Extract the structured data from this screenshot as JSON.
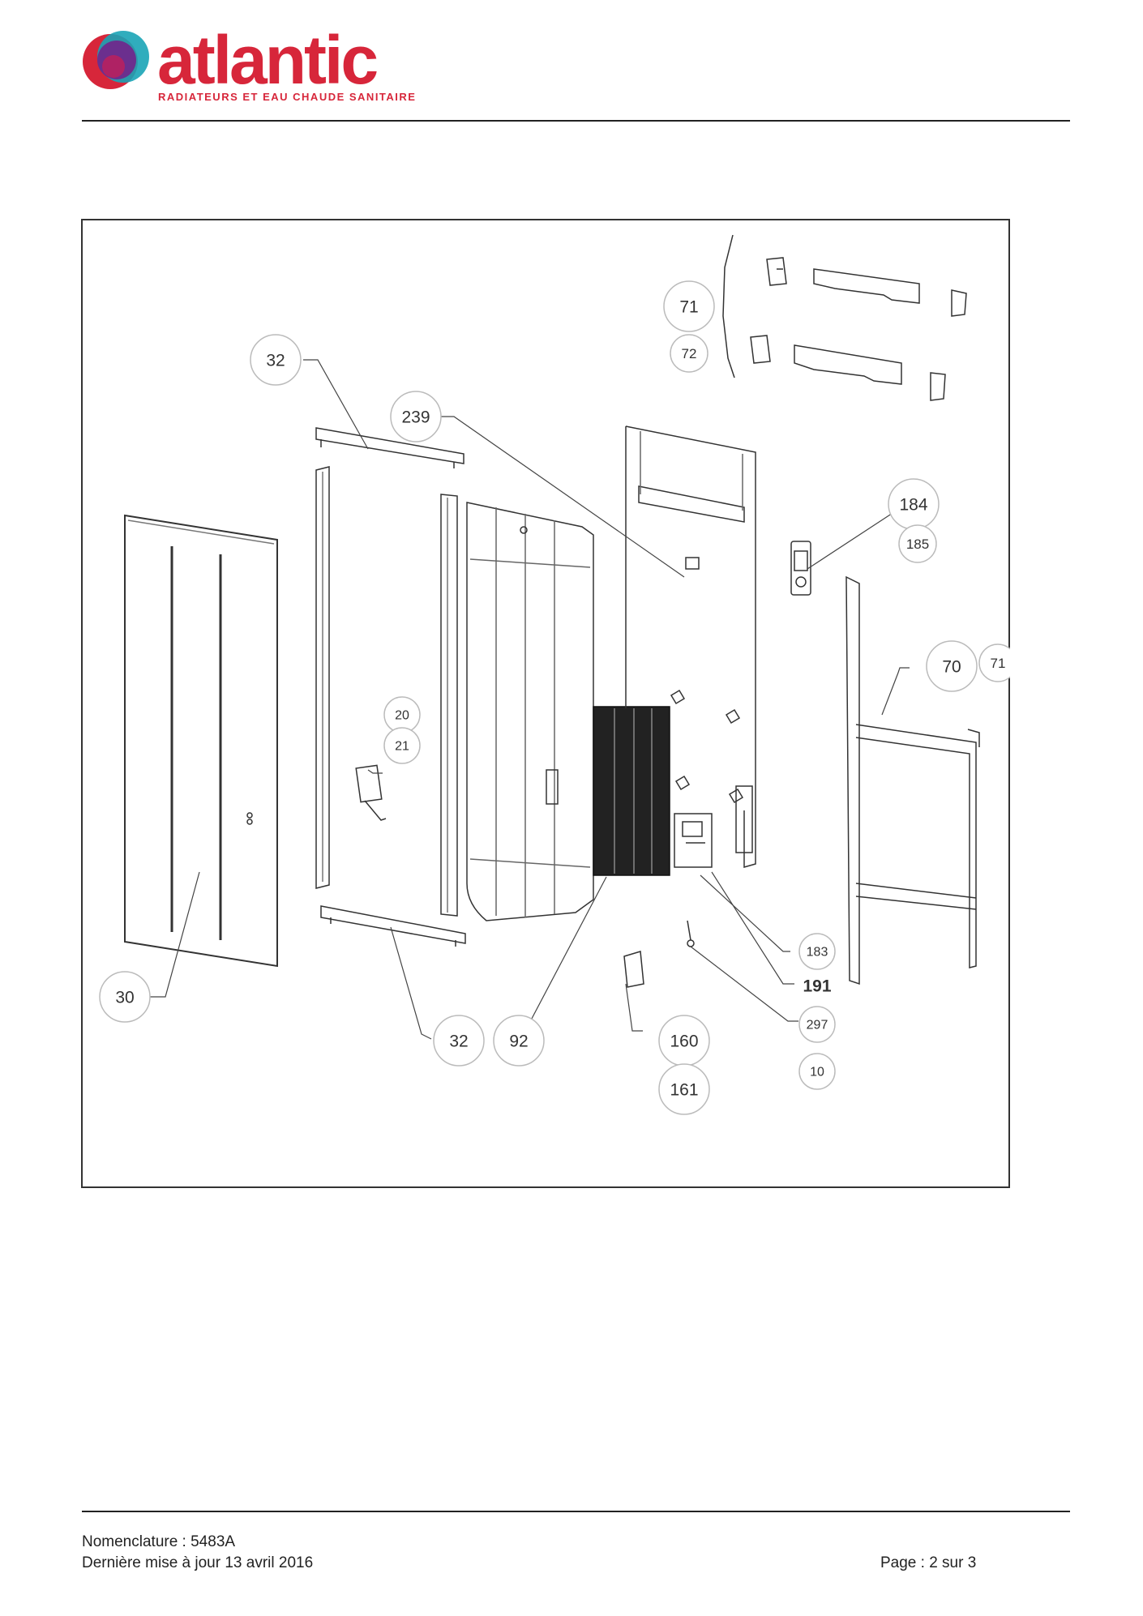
{
  "header": {
    "brand": "atlantic",
    "tagline": "RADIATEURS ET EAU CHAUDE SANITAIRE",
    "brand_colors": {
      "red": "#d7263a",
      "purple": "#6b2f8e",
      "teal": "#19a4b6"
    }
  },
  "diagram": {
    "callouts": [
      {
        "id": "c-71-top",
        "label": "71"
      },
      {
        "id": "c-72",
        "label": "72"
      },
      {
        "id": "c-32-top",
        "label": "32"
      },
      {
        "id": "c-239",
        "label": "239"
      },
      {
        "id": "c-184",
        "label": "184"
      },
      {
        "id": "c-185",
        "label": "185"
      },
      {
        "id": "c-70",
        "label": "70"
      },
      {
        "id": "c-71-right",
        "label": "71"
      },
      {
        "id": "c-20",
        "label": "20"
      },
      {
        "id": "c-21",
        "label": "21"
      },
      {
        "id": "c-183",
        "label": "183"
      },
      {
        "id": "c-191",
        "label": "191"
      },
      {
        "id": "c-30",
        "label": "30"
      },
      {
        "id": "c-32-bottom",
        "label": "32"
      },
      {
        "id": "c-92",
        "label": "92"
      },
      {
        "id": "c-160",
        "label": "160"
      },
      {
        "id": "c-161",
        "label": "161"
      },
      {
        "id": "c-297",
        "label": "297"
      },
      {
        "id": "c-10",
        "label": "10"
      }
    ]
  },
  "footer": {
    "nomenclature": "Nomenclature : 5483A",
    "updated": "Dernière mise à jour 13 avril 2016",
    "page": "Page : 2 sur 3"
  }
}
